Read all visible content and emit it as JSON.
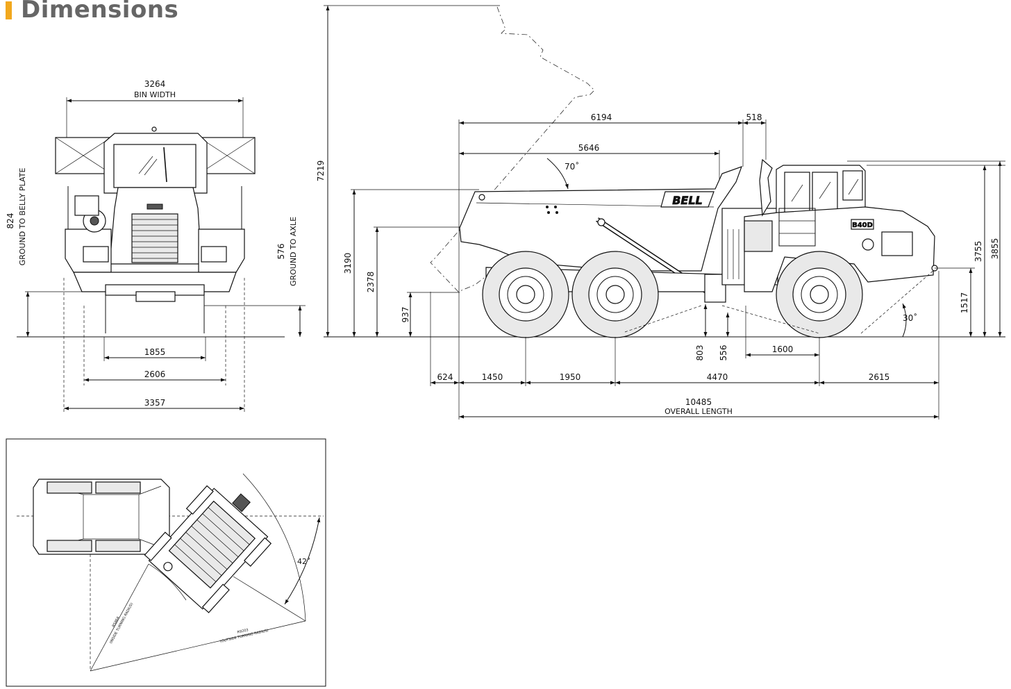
{
  "title": "Dimensions",
  "front_view": {
    "bin_width_value": "3264",
    "bin_width_label": "BIN WIDTH",
    "belly_value": "824",
    "belly_label": "GROUND TO BELLY PLATE",
    "axle_value": "576",
    "axle_label": "GROUND TO AXLE",
    "dim_1855": "1855",
    "dim_2606": "2606",
    "dim_3357": "3357"
  },
  "side_view": {
    "height_tipped": "7219",
    "dim_6194": "6194",
    "dim_518": "518",
    "dim_5646": "5646",
    "angle_tip": "70˚",
    "angle_departure": "30˚",
    "dim_3190": "3190",
    "dim_2378": "2378",
    "dim_937": "937",
    "dim_803": "803",
    "dim_556": "556",
    "dim_1600": "1600",
    "dim_1517": "1517",
    "dim_3755": "3755",
    "dim_3855": "3855",
    "dim_624": "624",
    "dim_1450": "1450",
    "dim_1950": "1950",
    "dim_4470": "4470",
    "dim_2615": "2615",
    "overall_value": "10485",
    "overall_label": "OVERALL LENGTH",
    "brand": "BELL",
    "model": "B40D"
  },
  "turning_view": {
    "angle": "42˚",
    "inside_radius": "R5864",
    "inside_label": "(INSIDE TURNING RADIUS)",
    "outside_radius": "R9203",
    "outside_label": "(OUTSIDE TURNING RADIUS)"
  }
}
